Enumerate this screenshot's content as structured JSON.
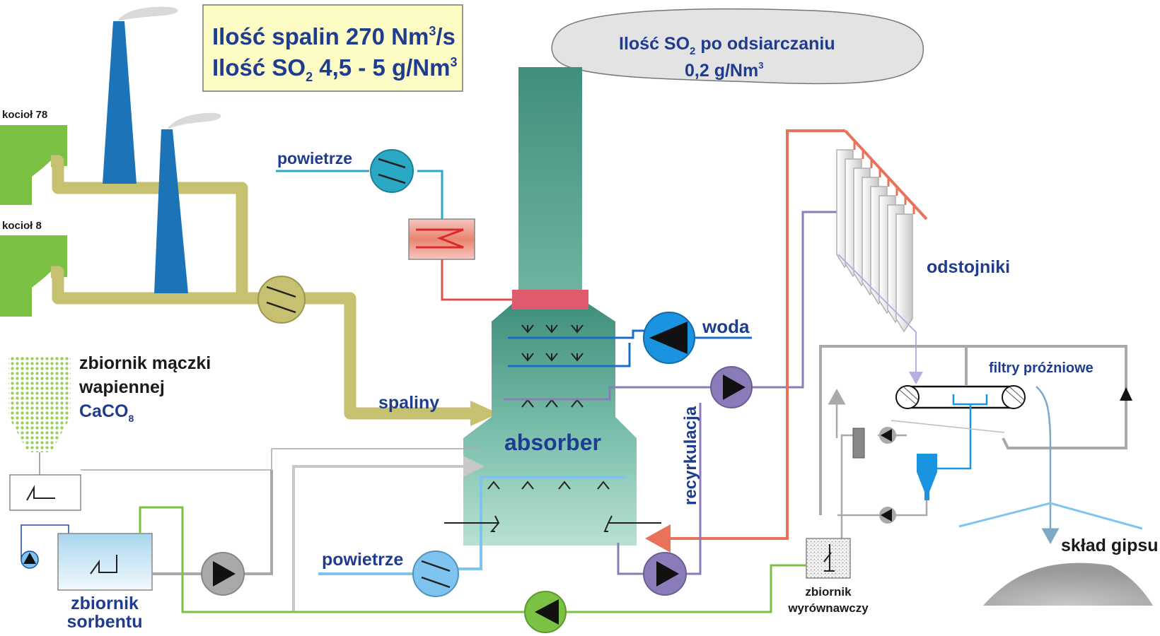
{
  "info_box": {
    "line1": "Ilość spalin  270 Nm",
    "line1_sup": "3",
    "line1_tail": "/s",
    "line2": "Ilość SO",
    "line2_sub": "2",
    "line2_mid": "  4,5 - 5 g/Nm",
    "line2_sup": "3"
  },
  "cloud": {
    "line1_a": "Ilość SO",
    "line1_sub": "2",
    "line1_b": " po odsiarczaniu",
    "line2": "0,2 g/Nm",
    "line2_sup": "3"
  },
  "labels": {
    "boiler_78": "kocioł 78",
    "boiler_8": "kocioł 8",
    "air_top": "powietrze",
    "air_bottom": "powietrze",
    "water": "woda",
    "settlers": "odstojniki",
    "vacuum_filters": "filtry próżniowe",
    "limestone_tank_1": "zbiornik mączki",
    "limestone_tank_2": "wapiennej",
    "limestone_tank_3": "CaCO",
    "limestone_tank_sub": "8",
    "flue_gas": "spaliny",
    "absorber": "absorber",
    "recirculation": "recyrkulacja",
    "sorbent_tank_1": "zbiornik",
    "sorbent_tank_2": "sorbentu",
    "equalizing_tank_1": "zbiornik",
    "equalizing_tank_2": "wyrównawczy",
    "gypsum_store": "skład gipsu"
  },
  "colors": {
    "flue_duct": "#c6c170",
    "chimney": "#1d73b8",
    "boiler": "#7bc143",
    "absorber": "#66b59c",
    "red_line": "#d9534f",
    "orange_line": "#e8735a",
    "purple_line": "#8a7cb8",
    "cyan_line": "#2aa8c4",
    "blue_line": "#1a6fc4",
    "lightblue_line": "#7ec4ee",
    "grey_line": "#a9a9a9",
    "green_line": "#7bc143"
  },
  "icons": [
    "chimney-icon",
    "boiler-icon",
    "fan-icon",
    "pump-icon",
    "heater-icon",
    "settler-icon",
    "hopper-icon",
    "belt-filter-icon",
    "hydrocyclone-icon",
    "valve-icon"
  ]
}
